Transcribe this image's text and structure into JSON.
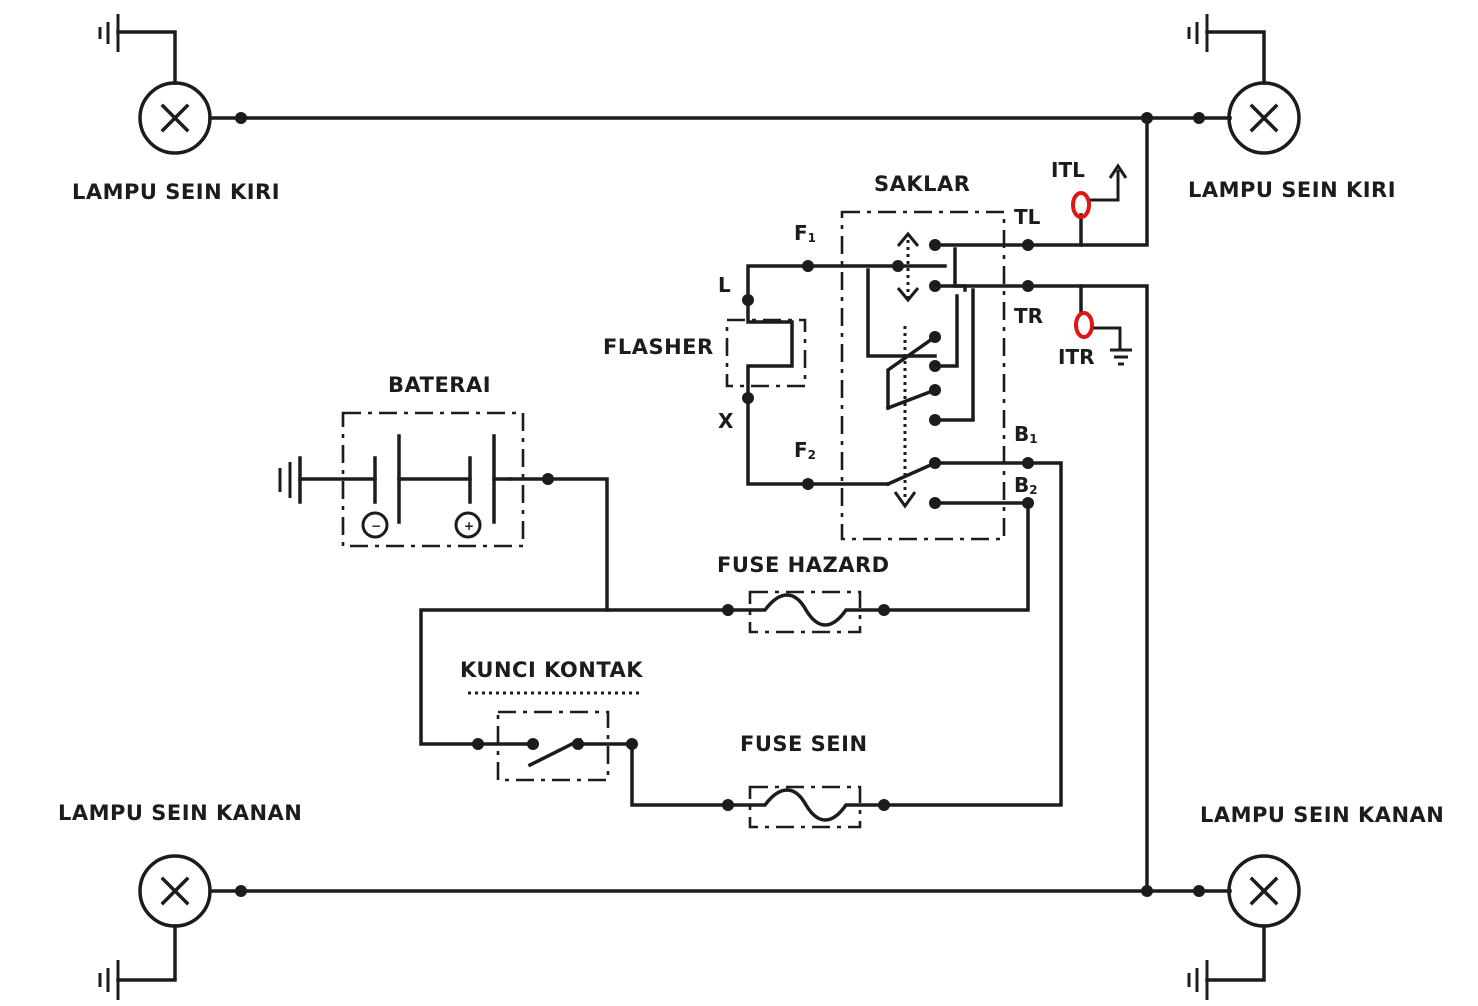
{
  "labels": {
    "lamp_top_left": "LAMPU SEIN KIRI",
    "lamp_top_right": "LAMPU SEIN KIRI",
    "lamp_bottom_left": "LAMPU SEIN KANAN",
    "lamp_bottom_right": "LAMPU SEIN KANAN",
    "switch": "SAKLAR",
    "flasher": "FLASHER",
    "battery": "BATERAI",
    "fuse_hazard": "FUSE HAZARD",
    "ignition_key": "KUNCI KONTAK",
    "fuse_turn": "FUSE SEIN",
    "indicator_left": "ITL",
    "indicator_right": "ITR",
    "terminal_tl": "TL",
    "terminal_tr": "TR",
    "terminal_l": "L",
    "terminal_x": "X",
    "terminal_f1": "F",
    "terminal_f1_sub": "1",
    "terminal_f2": "F",
    "terminal_f2_sub": "2",
    "terminal_b1": "B",
    "terminal_b1_sub": "1",
    "terminal_b2": "B",
    "terminal_b2_sub": "2",
    "battery_minus": "−",
    "battery_plus": "+"
  },
  "icons": {
    "lamp": "cross-circle-lamp-icon",
    "ground": "ground-icon",
    "fuse": "fuse-icon",
    "battery": "battery-icon",
    "switch": "switch-icon"
  },
  "colors": {
    "wire": "#1c1c1c",
    "indicator": "#e01515"
  }
}
